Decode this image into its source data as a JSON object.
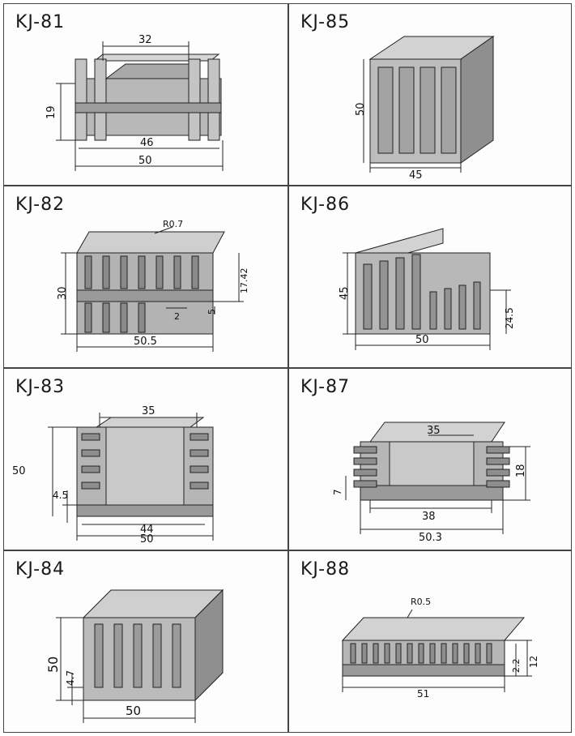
{
  "colors": {
    "metal": "#b8b8b8",
    "metal_dark": "#8f8f8f",
    "metal_light": "#d6d6d6",
    "line": "#222222"
  },
  "panels": [
    {
      "model": "KJ-81",
      "dims": {
        "top": "32",
        "height": "19",
        "inner": "46",
        "width": "50"
      }
    },
    {
      "model": "KJ-85",
      "dims": {
        "height": "50",
        "width": "45"
      }
    },
    {
      "model": "KJ-82",
      "dims": {
        "radius": "R0.7",
        "height": "30",
        "fin": "17.42",
        "gap": "2",
        "base": "5",
        "width": "50.5"
      }
    },
    {
      "model": "KJ-86",
      "dims": {
        "height": "45",
        "low": "24.5",
        "width": "50"
      }
    },
    {
      "model": "KJ-83",
      "dims": {
        "top": "35",
        "height": "50",
        "base": "4.5",
        "inner": "44",
        "width": "50"
      }
    },
    {
      "model": "KJ-87",
      "dims": {
        "top": "35",
        "side": "18",
        "fin": "7",
        "inner": "38",
        "width": "50.3"
      }
    },
    {
      "model": "KJ-84",
      "dims": {
        "height": "50",
        "base": "4.7",
        "width": "50"
      }
    },
    {
      "model": "KJ-88",
      "dims": {
        "radius": "R0.5",
        "base": "2.2",
        "height": "12",
        "width": "51"
      }
    }
  ]
}
